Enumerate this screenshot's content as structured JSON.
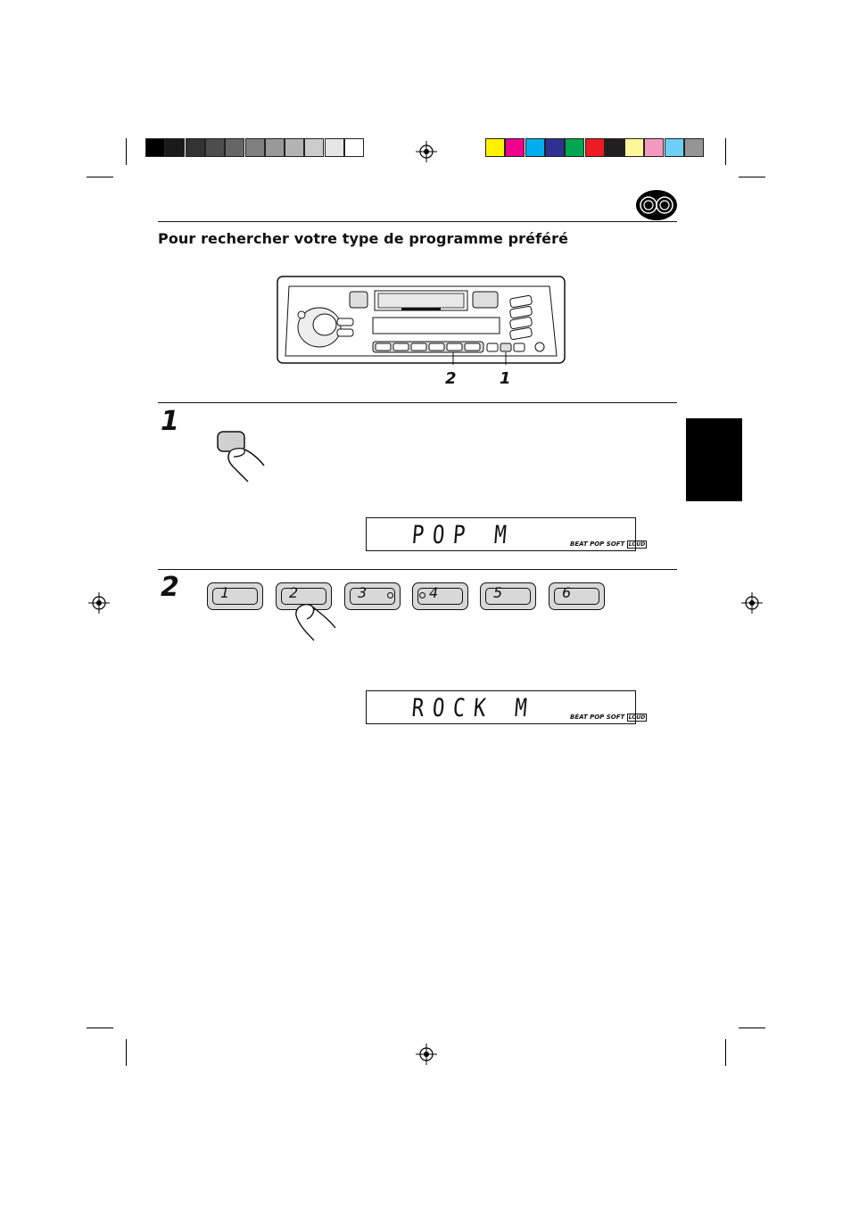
{
  "color_bar": {
    "grays": [
      "#000000",
      "#1a1a1a",
      "#333333",
      "#4d4d4d",
      "#666666",
      "#808080",
      "#999999",
      "#b3b3b3",
      "#cccccc",
      "#e6e6e6",
      "#ffffff"
    ],
    "colors": [
      "#fff200",
      "#ec008c",
      "#00aeef",
      "#2e3192",
      "#00a651",
      "#ed1c24",
      "#231f20",
      "#fff799",
      "#f49ac1",
      "#6dcff6",
      "#959595"
    ]
  },
  "section": {
    "heading": "Pour rechercher votre type de programme préféré"
  },
  "device": {
    "callout_2": "2",
    "callout_1": "1"
  },
  "steps": [
    {
      "number": "1",
      "display": {
        "text": "POP M",
        "indicators": "BEAT POP SOFT",
        "loud": "LOUD"
      }
    },
    {
      "number": "2",
      "presets": [
        "1",
        "2",
        "3",
        "4",
        "5",
        "6"
      ],
      "display": {
        "text": "ROCK M",
        "indicators": "BEAT POP SOFT",
        "loud": "LOUD"
      }
    }
  ]
}
